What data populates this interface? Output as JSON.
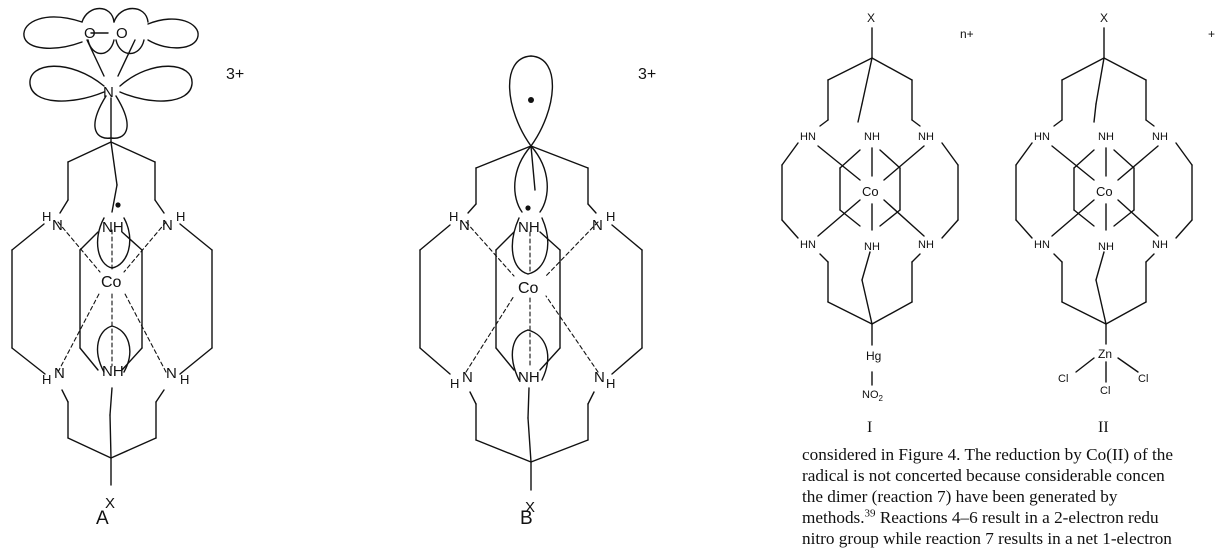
{
  "structures": {
    "A": {
      "label": "A",
      "charge": "3+",
      "top_atoms": [
        "O",
        "O",
        "N"
      ],
      "donors": [
        "H",
        "N",
        "NH",
        "N",
        "H",
        "H",
        "N",
        "NH",
        "N",
        "H"
      ],
      "metal": "Co",
      "axial": "X"
    },
    "B": {
      "label": "B",
      "charge": "3+",
      "donors": [
        "H",
        "N",
        "NH",
        "N",
        "H",
        "H",
        "N",
        "NH",
        "N",
        "H"
      ],
      "metal": "Co",
      "axial": "X"
    },
    "I": {
      "label": "I",
      "charge": "n+",
      "top": "X",
      "donors": [
        "HN",
        "NH",
        "NH",
        "HN",
        "NH",
        "NH"
      ],
      "metal": "Co",
      "substituent": [
        "Hg",
        "NO",
        "2"
      ]
    },
    "II": {
      "label": "II",
      "charge": "+",
      "top": "X",
      "donors": [
        "HN",
        "NH",
        "NH",
        "HN",
        "NH",
        "NH"
      ],
      "metal": "Co",
      "substituent": [
        "Zn",
        "Cl",
        "Cl",
        "Cl"
      ]
    }
  },
  "text": {
    "line1": "considered in Figure 4.  The reduction by Co(II) of the",
    "line2": "radical is not concerted because considerable concen",
    "line3": "the dimer (reaction 7) have been generated by",
    "line4a": "methods.",
    "line4ref": "39",
    "line4b": "  Reactions 4–6 result in a 2-electron redu",
    "line5": "nitro group while reaction 7 results in a net 1-electron"
  }
}
